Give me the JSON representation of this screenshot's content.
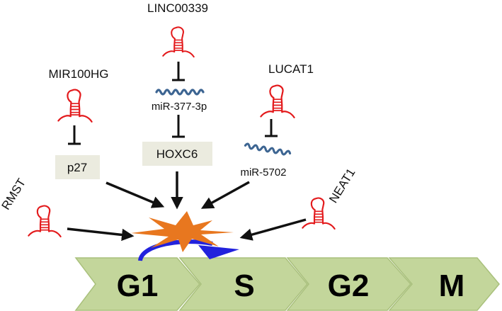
{
  "lncrnas": [
    {
      "id": "linc00339",
      "label": "LINC00339"
    },
    {
      "id": "mir100hg",
      "label": "MIR100HG"
    },
    {
      "id": "lucat1",
      "label": "LUCAT1"
    },
    {
      "id": "rmst",
      "label": "RMST"
    },
    {
      "id": "neat1",
      "label": "NEAT1"
    }
  ],
  "mirnas": [
    {
      "id": "mir377",
      "label": "miR-377-3p"
    },
    {
      "id": "mir5702",
      "label": "miR-5702"
    }
  ],
  "targets": [
    {
      "id": "p27",
      "label": "p27"
    },
    {
      "id": "hoxc6",
      "label": "HOXC6"
    }
  ],
  "phases": [
    {
      "id": "g1",
      "label": "G1"
    },
    {
      "id": "s",
      "label": "S"
    },
    {
      "id": "g2",
      "label": "G2"
    },
    {
      "id": "m",
      "label": "M"
    }
  ],
  "colors": {
    "rna": "#e31a1c",
    "mirna": "#3d6592",
    "target_box": "#ebebdf",
    "phase_fill": "#c3d69b",
    "phase_edge": "#a9c07c",
    "burst": "#e8771f",
    "transition_arrow": "#2222dd",
    "inhibit": "#111111"
  }
}
